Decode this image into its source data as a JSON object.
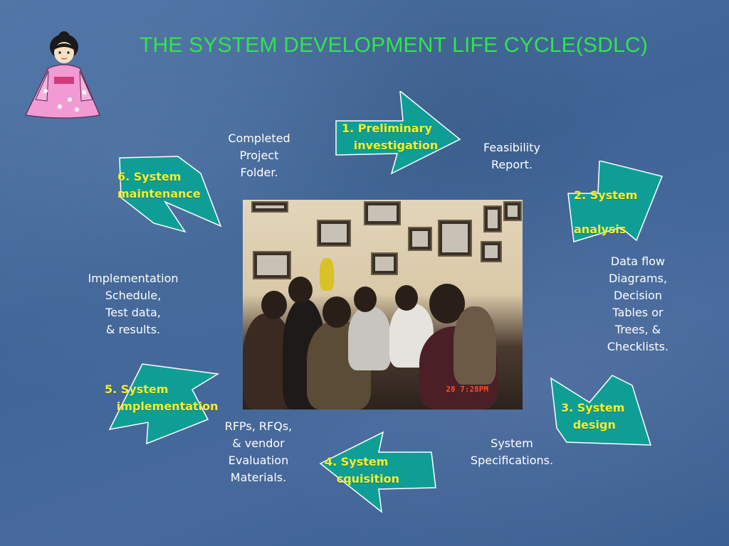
{
  "title": "THE SYSTEM DEVELOPMENT LIFE CYCLE(SDLC)",
  "stages": [
    {
      "label": "1. Preliminary\n   investigation"
    },
    {
      "label": "2. System\n\nanalysis"
    },
    {
      "label": "3. System\n   design"
    },
    {
      "label": "4. System\n   cquisition"
    },
    {
      "label": "5. System\n   implementation"
    },
    {
      "label": "6. System\nmaintenance"
    }
  ],
  "outputs": {
    "completed_folder": "Completed\nProject\nFolder.",
    "feasibility": "Feasibility\nReport.",
    "analysis_output": "Data flow\nDiagrams,\nDecision\nTables or\nTrees, &\nChecklists.",
    "design_output": "System\nSpecifications.",
    "acquisition_output": "RFPs, RFQs,\n& vendor\nEvaluation\nMaterials.",
    "implementation_output": "Implementation\nSchedule,\nTest data,\n& results."
  },
  "photo": {
    "timestamp": "28  7:28PM"
  },
  "colors": {
    "title": "#2fe64a",
    "stage_label": "#f6ef2a",
    "arrow_fill": "#0f9e96",
    "note_text": "#ffffff"
  }
}
